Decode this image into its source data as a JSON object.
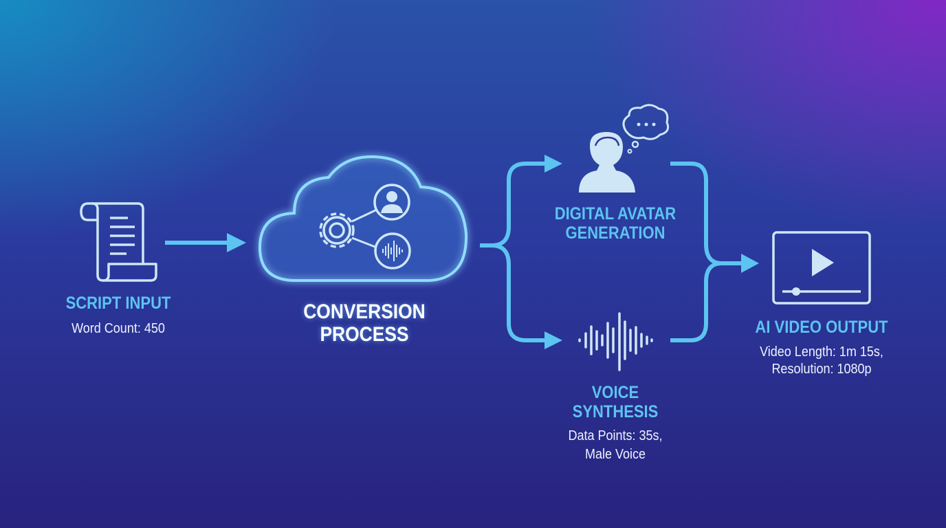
{
  "colors": {
    "accent": "#5cc4f0",
    "icon": "#cfe6f7",
    "text": "#eef3ff"
  },
  "steps": {
    "script": {
      "title": "SCRIPT INPUT",
      "detail": "Word Count: 450",
      "icon": "script-scroll-icon"
    },
    "conversion": {
      "title_line1": "CONVERSION",
      "title_line2": "PROCESS",
      "icon": "cloud-icon"
    },
    "avatar": {
      "title_line1": "DIGITAL AVATAR",
      "title_line2": "GENERATION",
      "icon": "avatar-thought-icon"
    },
    "voice": {
      "title_line1": "VOICE",
      "title_line2": "SYNTHESIS",
      "detail_line1": "Data Points: 35s,",
      "detail_line2": "Male Voice",
      "icon": "waveform-icon"
    },
    "output": {
      "title": "AI VIDEO OUTPUT",
      "detail_line1": "Video Length: 1m 15s,",
      "detail_line2": "Resolution: 1080p",
      "icon": "video-player-icon"
    }
  }
}
